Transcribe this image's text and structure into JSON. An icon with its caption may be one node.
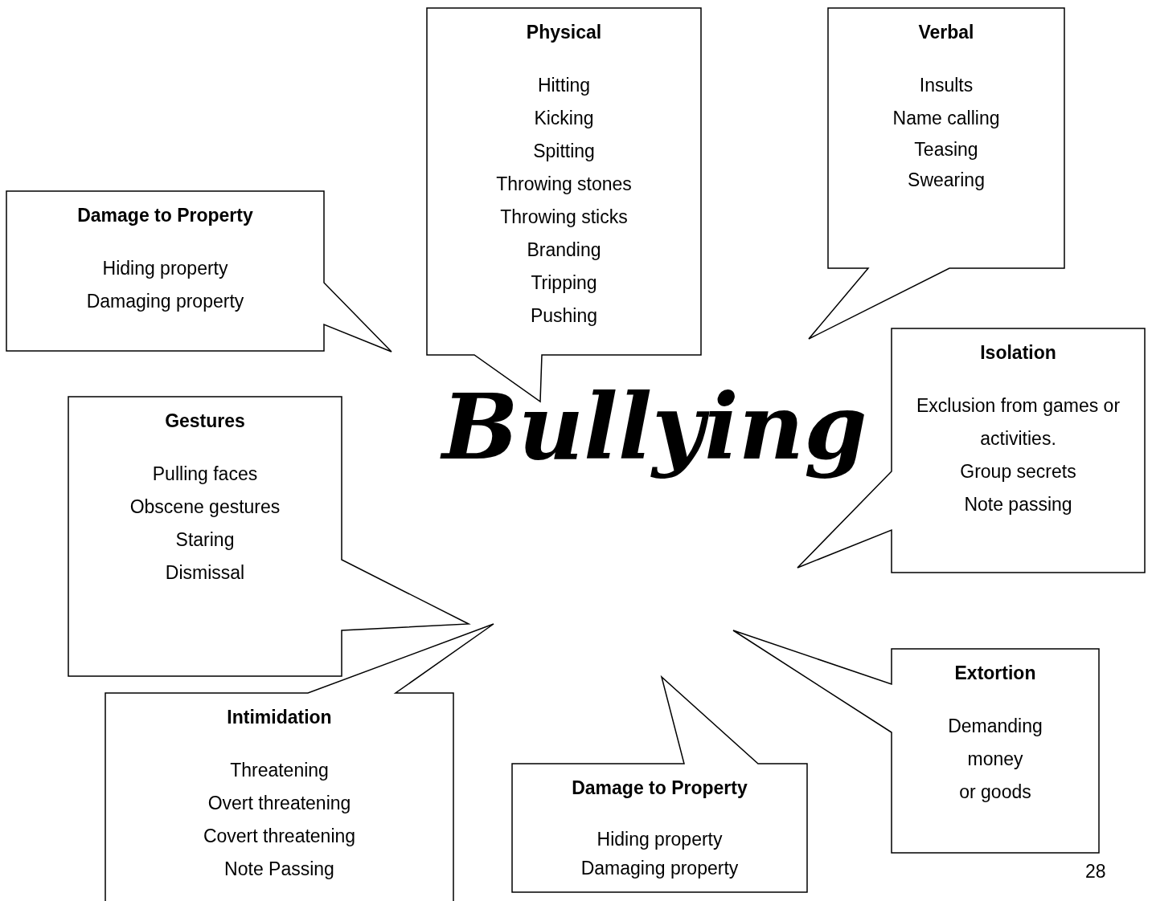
{
  "diagram": {
    "nodes": [
      {
        "text": [
          "Physical",
          "Hitting",
          "Kicking",
          "Spitting",
          "Throwing stones",
          "Throwing sticks",
          "Branding",
          "Tripping",
          "Pushing"
        ]
      },
      {
        "text": [
          "Verbal",
          "Insults",
          "Name calling",
          "Teasing",
          "Swearing"
        ]
      },
      {
        "text": [
          "Damage to Property",
          "Hiding property",
          "Damaging property"
        ]
      },
      {
        "text": [
          "Isolation",
          "Exclusion from games or activities.",
          "Group secrets",
          "Note passing"
        ]
      },
      {
        "text": [
          "Bullying"
        ]
      },
      {
        "text": [
          "Gestures",
          "Pulling faces",
          "Obscene gestures",
          "Staring",
          "Dismissal"
        ]
      },
      {
        "text": [
          "Extortion",
          "Demanding",
          "money",
          "or goods"
        ]
      },
      {
        "text": [
          "Intimidation",
          "Threatening",
          "Overt threatening",
          "Covert threatening",
          "Note Passing"
        ]
      },
      {
        "text": [
          "Damage to Property",
          "Hiding property",
          "Damaging property"
        ]
      }
    ],
    "labels": [
      "28"
    ]
  }
}
